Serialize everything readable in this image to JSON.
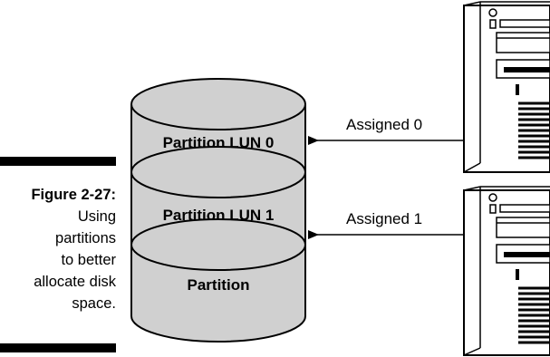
{
  "figure": {
    "number_label": "Figure 2-27:",
    "caption_lines": [
      "Using",
      "partitions",
      "to better",
      "allocate disk",
      "space."
    ]
  },
  "disk": {
    "partitions": [
      {
        "label": "Partition LUN 0"
      },
      {
        "label": "Partition LUN 1"
      },
      {
        "label": "Partition"
      }
    ]
  },
  "connections": [
    {
      "label": "Assigned 0"
    },
    {
      "label": "Assigned 1"
    }
  ],
  "servers": [
    {
      "icon": "server-tower-icon"
    },
    {
      "icon": "server-tower-icon"
    }
  ]
}
